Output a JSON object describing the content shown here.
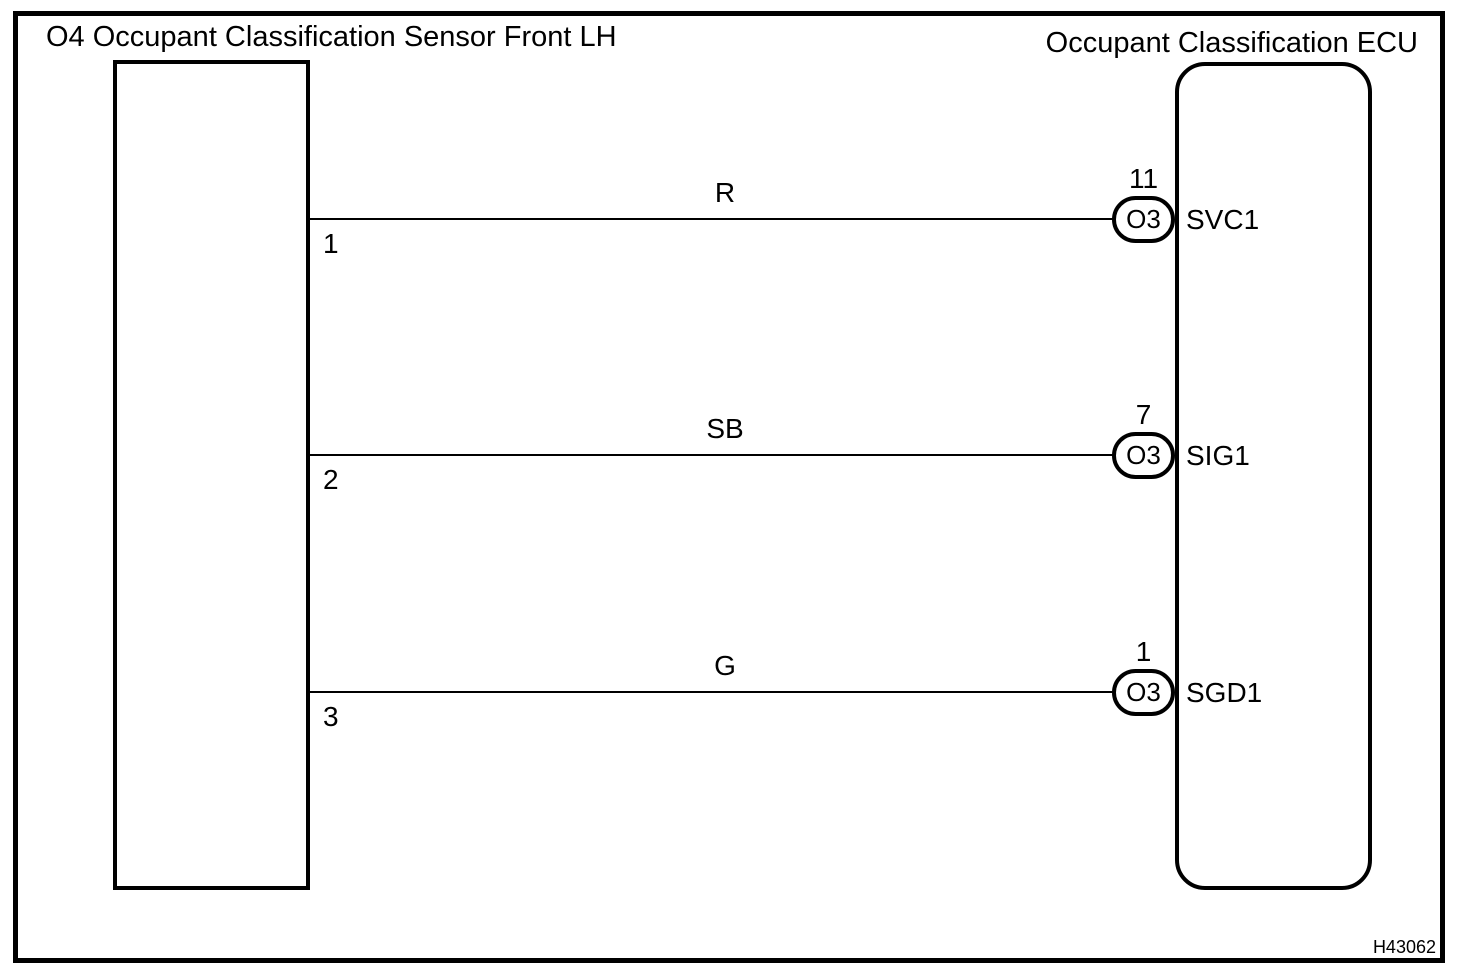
{
  "diagram": {
    "left_component_title": "O4 Occupant Classification Sensor Front LH",
    "right_component_title": "Occupant Classification ECU",
    "figure_code": "H43062",
    "connector_code": "O3",
    "colors": {
      "line": "#000000",
      "background": "#ffffff"
    },
    "wires": [
      {
        "left_pin": "1",
        "wire_color_label": "R",
        "right_pin": "11",
        "connector": "O3",
        "ecu_terminal": "SVC1"
      },
      {
        "left_pin": "2",
        "wire_color_label": "SB",
        "right_pin": "7",
        "connector": "O3",
        "ecu_terminal": "SIG1"
      },
      {
        "left_pin": "3",
        "wire_color_label": "G",
        "right_pin": "1",
        "connector": "O3",
        "ecu_terminal": "SGD1"
      }
    ]
  }
}
